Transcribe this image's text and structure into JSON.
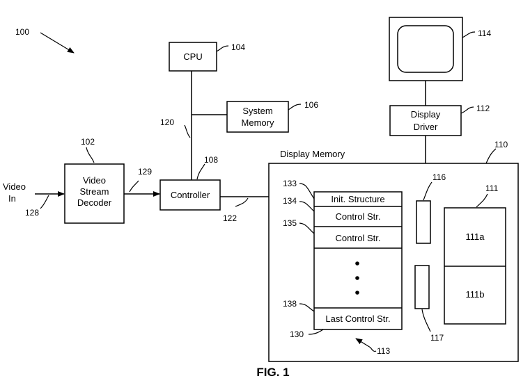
{
  "figure": {
    "ref_main": "100",
    "caption": "FIG. 1"
  },
  "input": {
    "label_line1": "Video",
    "label_line2": "In",
    "ref": "128"
  },
  "decoder": {
    "line1": "Video",
    "line2": "Stream",
    "line3": "Decoder",
    "ref": "102"
  },
  "link_129": {
    "ref": "129"
  },
  "cpu": {
    "label": "CPU",
    "ref": "104"
  },
  "system_memory": {
    "line1": "System",
    "line2": "Memory",
    "ref": "106"
  },
  "bus_120": {
    "ref": "120"
  },
  "controller": {
    "label": "Controller",
    "ref": "108"
  },
  "bus_122": {
    "ref": "122"
  },
  "display_memory": {
    "title": "Display Memory",
    "ref": "110",
    "control_group_ref": "113",
    "stack_ref": "130",
    "rows": [
      {
        "label": "Init. Structure",
        "ref": "133"
      },
      {
        "label": "Control Str.",
        "ref": "134"
      },
      {
        "label": "Control Str.",
        "ref": "135"
      },
      {
        "label": "Last Control Str.",
        "ref": "138"
      }
    ],
    "pointer_top_ref": "116",
    "pointer_bottom_ref": "117",
    "frame_buffer": {
      "ref": "111",
      "top_label": "111a",
      "bottom_label": "111b"
    }
  },
  "display_driver": {
    "line1": "Display",
    "line2": "Driver",
    "ref": "112"
  },
  "monitor": {
    "ref": "114",
    "icon": "monitor-icon"
  }
}
